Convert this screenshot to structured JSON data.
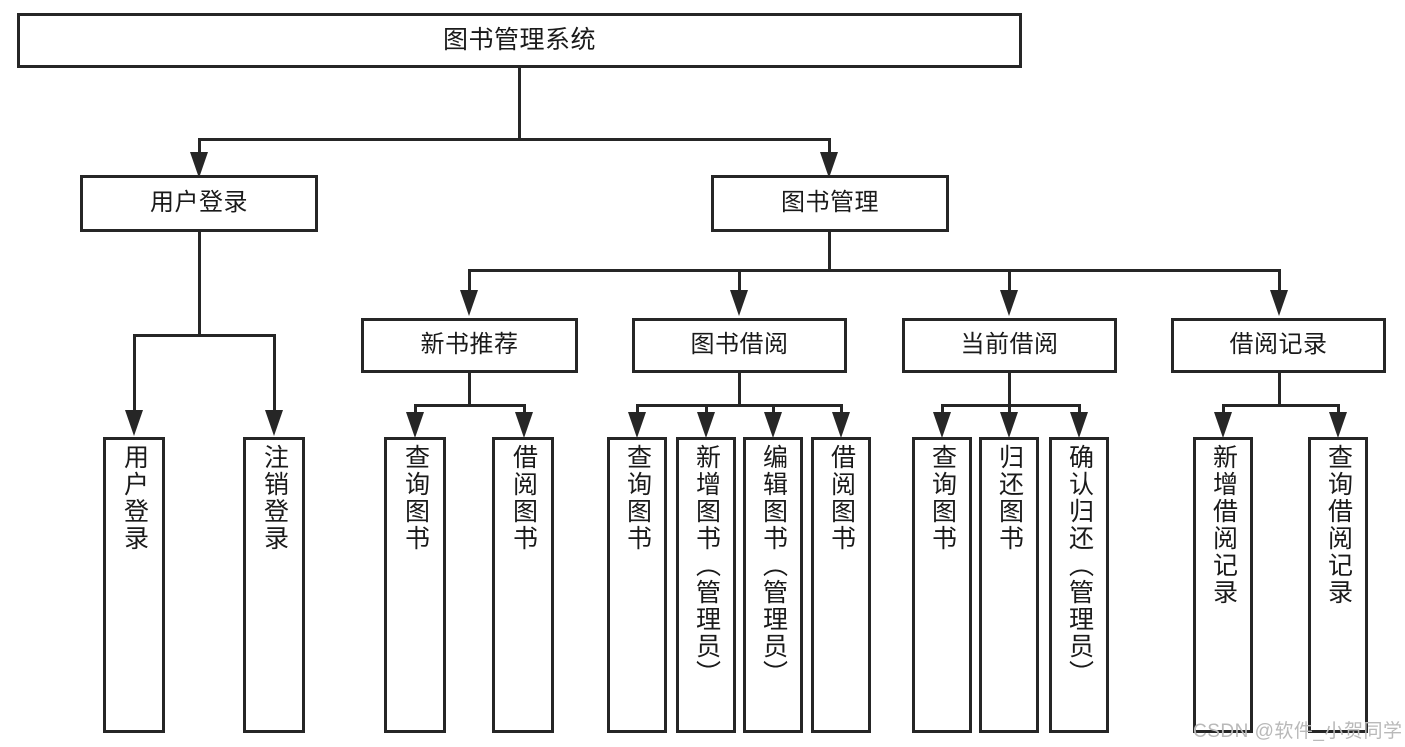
{
  "diagram": {
    "type": "tree-hierarchy-chart",
    "title": "图书管理系统",
    "style": {
      "background": "#ffffff",
      "border_color": "#262626",
      "text_color": "#1a1a1a",
      "watermark_color": "#b9b9b9"
    },
    "root": {
      "id": "root",
      "label": "图书管理系统"
    },
    "level1": [
      {
        "id": "user-login",
        "label": "用户登录"
      },
      {
        "id": "book-management",
        "label": "图书管理"
      }
    ],
    "level2": [
      {
        "id": "new-book-recommend",
        "label": "新书推荐",
        "parent": "book-management"
      },
      {
        "id": "book-borrow",
        "label": "图书借阅",
        "parent": "book-management"
      },
      {
        "id": "current-borrow",
        "label": "当前借阅",
        "parent": "book-management"
      },
      {
        "id": "borrow-record",
        "label": "借阅记录",
        "parent": "book-management"
      }
    ],
    "leaves": [
      {
        "id": "leaf-user-login",
        "label": "用户登录",
        "parent": "user-login"
      },
      {
        "id": "leaf-logout-login",
        "label": "注销登录",
        "parent": "user-login"
      },
      {
        "id": "leaf-query-book-1",
        "label": "查询图书",
        "parent": "new-book-recommend"
      },
      {
        "id": "leaf-borrow-book-1",
        "label": "借阅图书",
        "parent": "new-book-recommend"
      },
      {
        "id": "leaf-query-book-2",
        "label": "查询图书",
        "parent": "book-borrow"
      },
      {
        "id": "leaf-add-book",
        "label": "新增图书（管理员）",
        "parent": "book-borrow"
      },
      {
        "id": "leaf-edit-book",
        "label": "编辑图书（管理员）",
        "parent": "book-borrow"
      },
      {
        "id": "leaf-borrow-book-2",
        "label": "借阅图书",
        "parent": "book-borrow"
      },
      {
        "id": "leaf-query-book-3",
        "label": "查询图书",
        "parent": "current-borrow"
      },
      {
        "id": "leaf-return-book",
        "label": "归还图书",
        "parent": "current-borrow"
      },
      {
        "id": "leaf-confirm-return",
        "label": "确认归还（管理员）",
        "parent": "current-borrow"
      },
      {
        "id": "leaf-add-borrow-record",
        "label": "新增借阅记录",
        "parent": "borrow-record"
      },
      {
        "id": "leaf-query-borrow-record",
        "label": "查询借阅记录",
        "parent": "borrow-record"
      }
    ],
    "watermark": "CSDN @软件_小贺同学"
  }
}
